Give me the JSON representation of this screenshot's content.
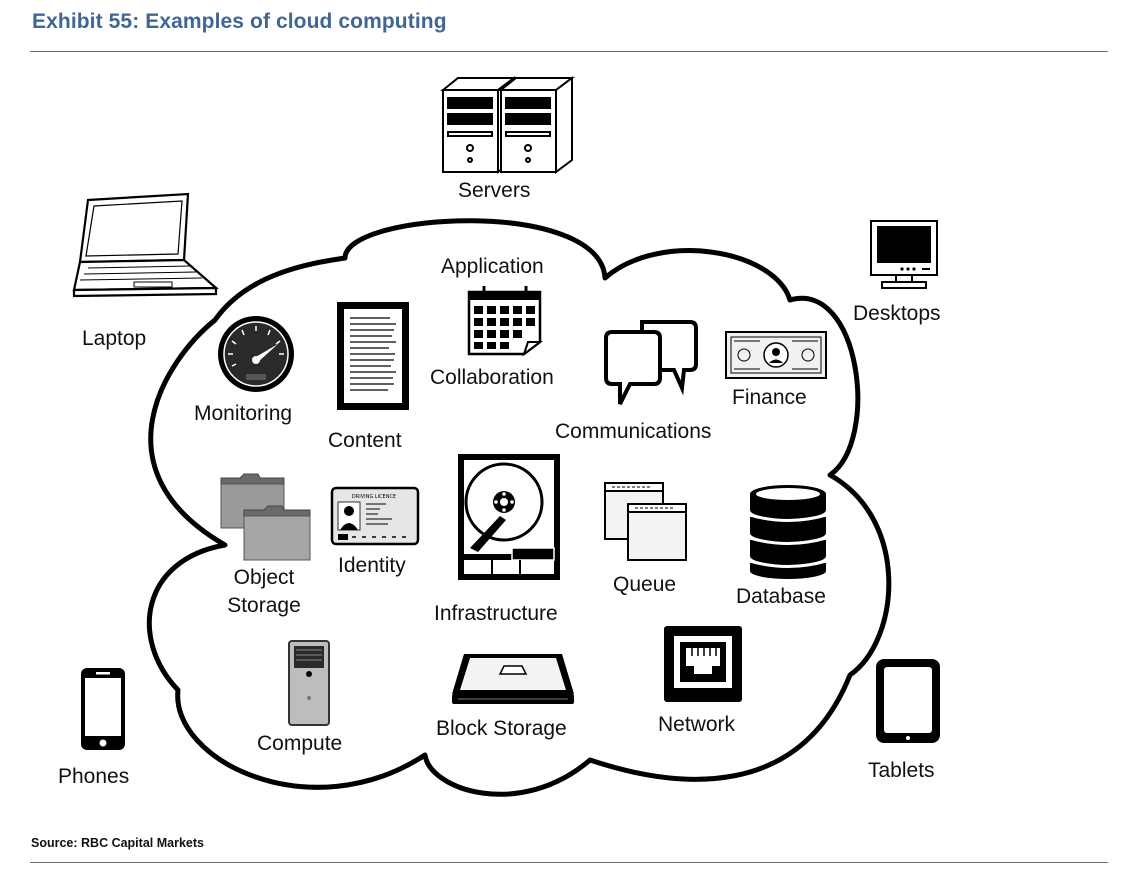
{
  "title": "Exhibit 55: Examples of cloud computing",
  "source": "Source: RBC Capital Markets",
  "outside_labels": {
    "servers": "Servers",
    "laptop": "Laptop",
    "desktops": "Desktops",
    "phones": "Phones",
    "tablets": "Tablets"
  },
  "cloud_labels": {
    "application": "Application",
    "collaboration": "Collaboration",
    "monitoring": "Monitoring",
    "content": "Content",
    "communications": "Communications",
    "finance": "Finance",
    "object_storage": "Object Storage",
    "identity": "Identity",
    "infrastructure": "Infrastructure",
    "queue": "Queue",
    "database": "Database",
    "compute": "Compute",
    "block_storage": "Block Storage",
    "network": "Network"
  },
  "identity_card_text": "DRIVING LICENCE",
  "icons": [
    "server-icon",
    "laptop-icon",
    "desktop-icon",
    "phone-icon",
    "tablet-icon",
    "speedometer-icon",
    "document-icon",
    "calendar-icon",
    "chat-bubbles-icon",
    "banknote-icon",
    "folder-icon",
    "id-card-icon",
    "hard-drive-icon",
    "window-stack-icon",
    "database-icon",
    "tower-pc-icon",
    "external-drive-icon",
    "ethernet-port-icon"
  ]
}
